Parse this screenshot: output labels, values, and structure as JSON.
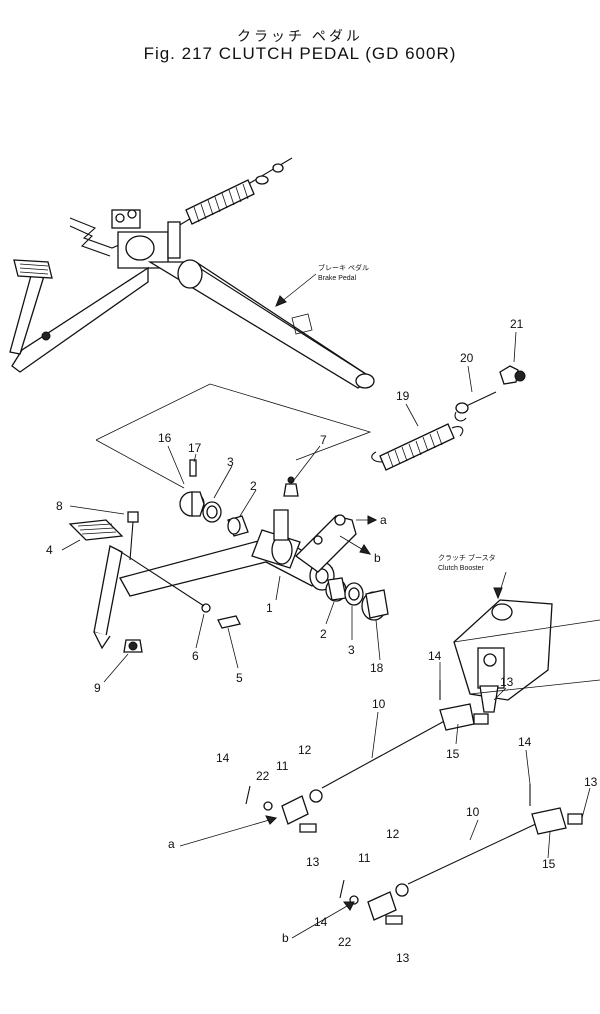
{
  "title": {
    "japanese": "クラッチ ペダル",
    "english": "Fig. 217 CLUTCH  PEDAL  (GD 600R)"
  },
  "callouts": {
    "brake_pedal_jp": "ブレーキ ペダル",
    "brake_pedal_en": "Brake Pedal",
    "clutch_booster_jp": "クラッチ ブースタ",
    "clutch_booster_en": "Clutch Booster"
  },
  "part_numbers": {
    "p1": "1",
    "p2a": "2",
    "p2b": "2",
    "p3a": "3",
    "p3b": "3",
    "p4": "4",
    "p5": "5",
    "p6": "6",
    "p7": "7",
    "p8": "8",
    "p9": "9",
    "p10a": "10",
    "p10b": "10",
    "p11a": "11",
    "p11b": "11",
    "p12a": "12",
    "p12b": "12",
    "p13a": "13",
    "p13b": "13",
    "p13c": "13",
    "p13d": "13",
    "p14a": "14",
    "p14b": "14",
    "p14c": "14",
    "p14d": "14",
    "p15a": "15",
    "p15b": "15",
    "p16": "16",
    "p17": "17",
    "p18": "18",
    "p19": "19",
    "p20": "20",
    "p21": "21",
    "p22a": "22",
    "p22b": "22"
  },
  "link_markers": {
    "a_top": "a",
    "b_top": "b",
    "a_bottom": "a",
    "b_bottom": "b"
  }
}
